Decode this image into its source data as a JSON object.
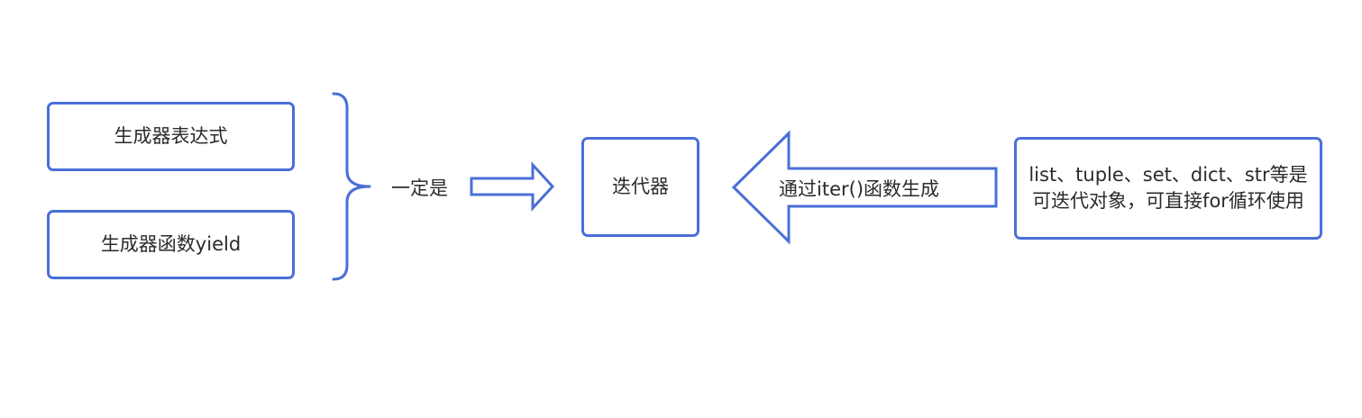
{
  "nodes": {
    "generator_expression": "生成器表达式",
    "generator_function": "生成器函数yield",
    "iterator": "迭代器",
    "iterables": "list、tuple、set、dict、str等是可迭代对象，可直接for循环使用"
  },
  "edges": {
    "must_be": "一定是",
    "via_iter": "通过iter()函数生成"
  },
  "colors": {
    "stroke": "#4a6fd8",
    "text": "#2b2b2b"
  }
}
